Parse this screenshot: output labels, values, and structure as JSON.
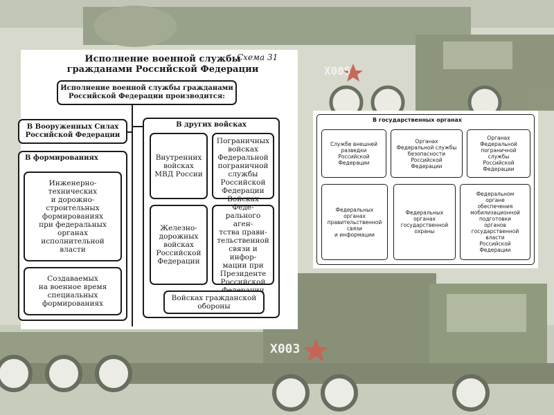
{
  "background": {
    "plate_top": "X005",
    "plate_bottom": "X003"
  },
  "left_panel": {
    "title": "Исполнение военной службы\nгражданами Российской Федерации",
    "schema_label": "Схема 31",
    "top_box": "Исполнение военной службы гражданами\nРоссийской Федерации производится:",
    "armed_forces": "В Вооруженных Силах\nРоссийской Федерации",
    "formations_header": "В формированиях",
    "formation_1": "Инженерно-\nтехнических\nи дорожно-\nстроительных\nформированиях\nпри федеральных\nорганах\nисполнительной\nвласти",
    "formation_2": "Создаваемых\nна военное время\nспециальных\nформированиях",
    "other_troops_header": "В других войсках",
    "troops_internal": "Внутренних\nвойсках\nМВД России",
    "troops_border": "Пограничных\nвойсках\nФедеральной\nпограничной\nслужбы\nРоссийской\nФедерации",
    "troops_railway": "Железно-\nдорожных\nвойсках\nРоссийской\nФедерации",
    "troops_agency": "Войсках Феде-\nрального аген-\nтства прави-\nтельственной\nсвязи и инфор-\nмации при\nПрезиденте\nРоссийской\nФедерации",
    "troops_civil_defense": "Войсках гражданской\nобороны"
  },
  "right_panel": {
    "header": "В государственных органах",
    "organs": [
      "Службе внешней\nразведки\nРоссийской\nФедерации",
      "Органах\nФедеральной службы\nбезопасности\nРоссийской\nФедерации",
      "Органах\nФедеральной\nпограничной\nслужбы\nРоссийской\nФедерации",
      "Федеральных\nорганах\nправительственной\nсвязи\nи информации",
      "Федеральных\nорганах\nгосударственной\nохраны",
      "Федеральном\nоргане\nобеспечения\nмобилизационной\nподготовки\nорганов\nгосударственной\nвласти\nРоссийской\nФедерации"
    ]
  }
}
